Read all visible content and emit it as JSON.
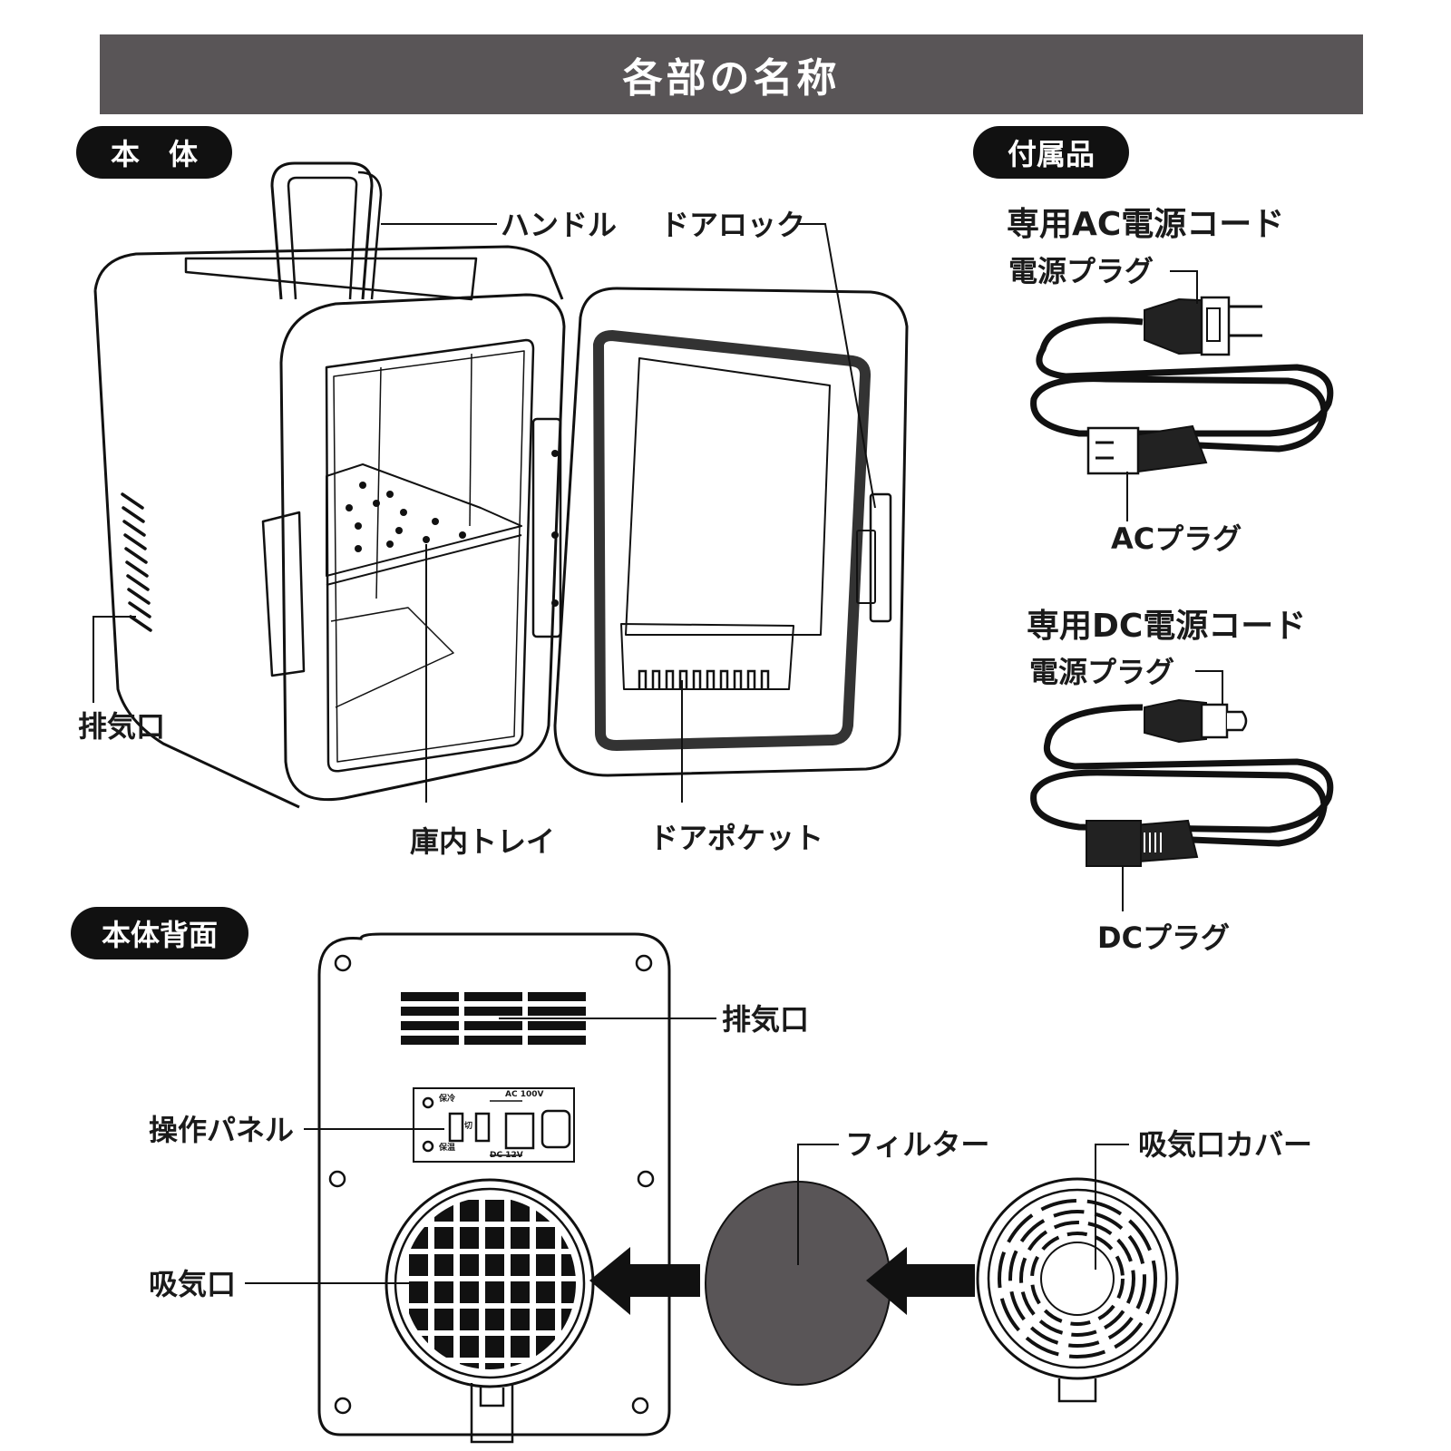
{
  "header": {
    "title": "各部の名称"
  },
  "sections": {
    "body": "本　体",
    "accessories": "付属品",
    "back": "本体背面"
  },
  "body_labels": {
    "handle": "ハンドル",
    "door_lock": "ドアロック",
    "exhaust": "排気口",
    "tray": "庫内トレイ",
    "door_pocket": "ドアポケット"
  },
  "accessories": {
    "ac_cord": {
      "title": "専用AC電源コード",
      "power_plug": "電源プラグ",
      "plug": "ACプラグ"
    },
    "dc_cord": {
      "title": "専用DC電源コード",
      "power_plug": "電源プラグ",
      "plug": "DCプラグ"
    }
  },
  "back_labels": {
    "exhaust": "排気口",
    "control_panel": "操作パネル",
    "intake": "吸気口",
    "filter": "フィルター",
    "intake_cover": "吸気口カバー"
  },
  "control_panel": {
    "keep_cold": "保冷",
    "keep_warm": "保温",
    "off": "切",
    "ac": "AC 100V",
    "dc": "DC 12V"
  }
}
